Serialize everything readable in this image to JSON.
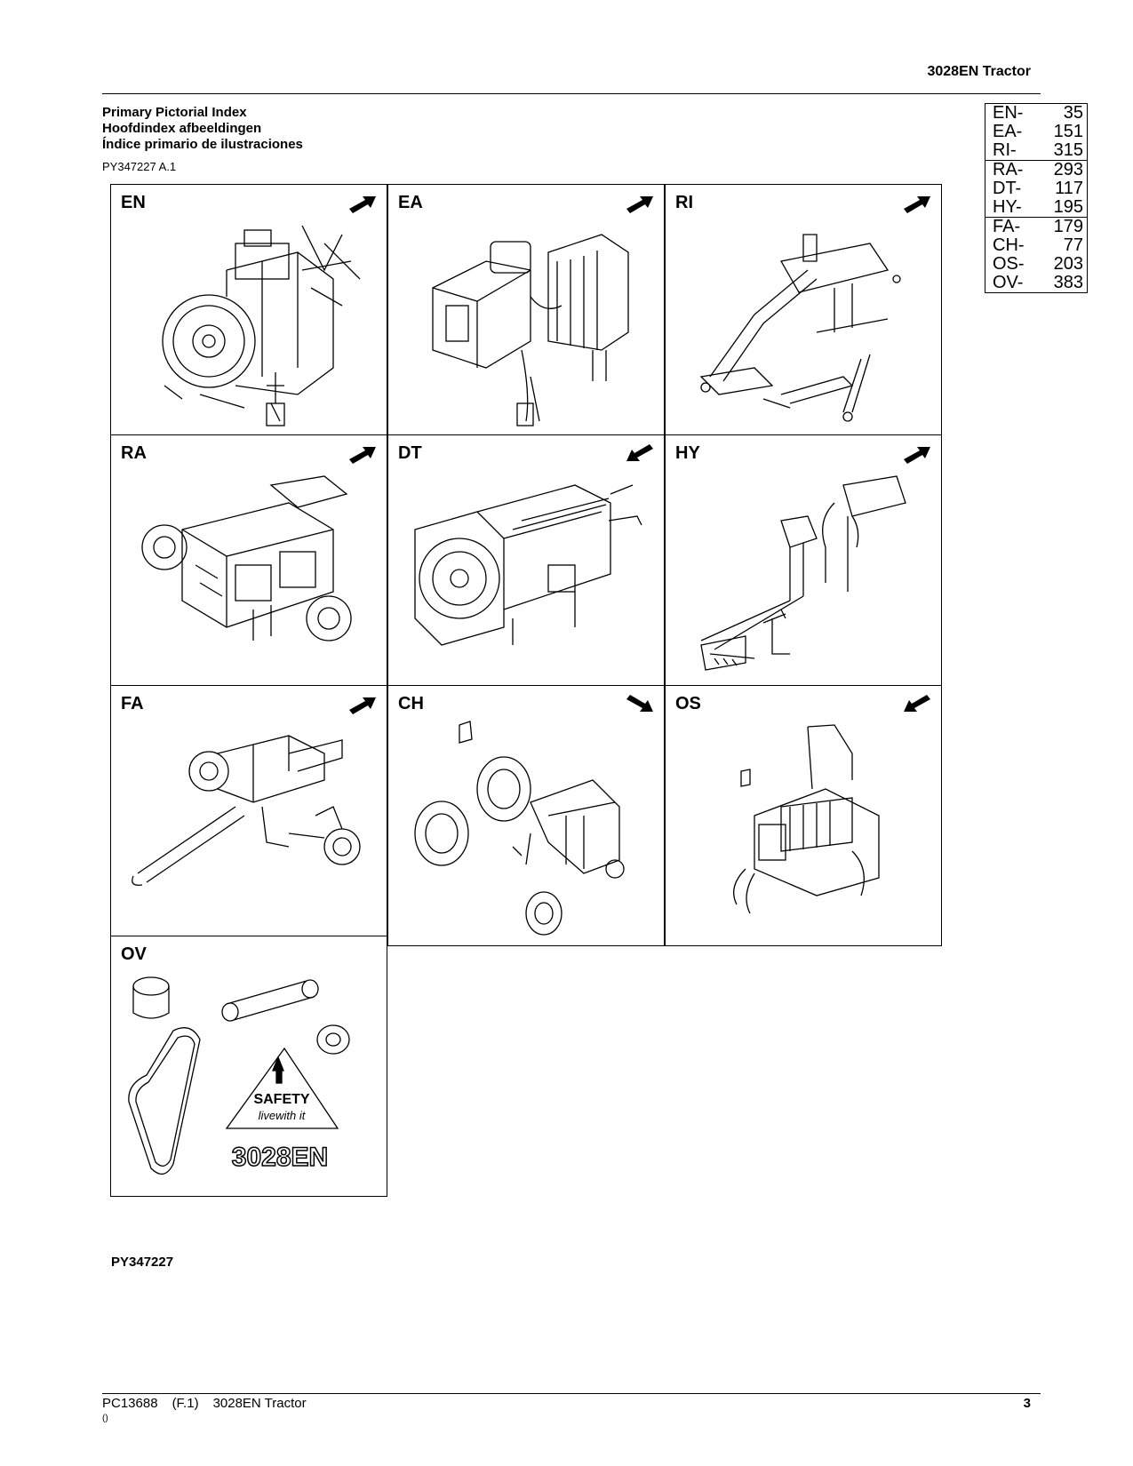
{
  "header": {
    "title": "3028EN  Tractor"
  },
  "titles": {
    "en": "Primary Pictorial Index",
    "nl": "Hoofdindex afbeeldingen",
    "es": "Índice primario de ilustraciones"
  },
  "figure_ref": "PY347227 A.1",
  "index": [
    [
      {
        "code": "EN-",
        "page": "35"
      },
      {
        "code": "EA-",
        "page": "151"
      },
      {
        "code": "RI-",
        "page": "315"
      }
    ],
    [
      {
        "code": "RA-",
        "page": "293"
      },
      {
        "code": "DT-",
        "page": "117"
      },
      {
        "code": "HY-",
        "page": "195"
      }
    ],
    [
      {
        "code": "FA-",
        "page": "179"
      },
      {
        "code": "CH-",
        "page": "77"
      },
      {
        "code": "OS-",
        "page": "203"
      },
      {
        "code": "OV-",
        "page": "383"
      }
    ]
  ],
  "cells": [
    {
      "label": "EN",
      "arrow": "arrow-up-right-icon",
      "art": "engine-illustration"
    },
    {
      "label": "EA",
      "arrow": "arrow-up-right-icon",
      "art": "engine-auxiliary-illustration"
    },
    {
      "label": "RI",
      "arrow": "arrow-up-right-icon",
      "art": "rear-implement-hitch-illustration"
    },
    {
      "label": "RA",
      "arrow": "arrow-up-right-icon",
      "art": "rear-axle-illustration"
    },
    {
      "label": "DT",
      "arrow": "arrow-down-left-icon",
      "art": "drive-train-illustration"
    },
    {
      "label": "HY",
      "arrow": "arrow-up-right-icon",
      "art": "hydraulics-illustration"
    },
    {
      "label": "FA",
      "arrow": "arrow-up-right-icon",
      "art": "front-axle-illustration"
    },
    {
      "label": "CH",
      "arrow": "arrow-down-right-icon",
      "art": "chassis-illustration"
    },
    {
      "label": "OS",
      "arrow": "arrow-down-left-icon",
      "art": "operator-station-illustration"
    },
    {
      "label": "OV",
      "arrow": "",
      "art": "overview-illustration"
    }
  ],
  "ov_art": {
    "safety_line1": "SAFETY",
    "safety_line2": "livewith it",
    "model_badge": "3028EN"
  },
  "figure_bottom": "PY347227",
  "footer": {
    "doc_id": "PC13688",
    "revision": "(F.1)",
    "model": "3028EN Tractor",
    "paren": "()",
    "page_number": "3"
  }
}
